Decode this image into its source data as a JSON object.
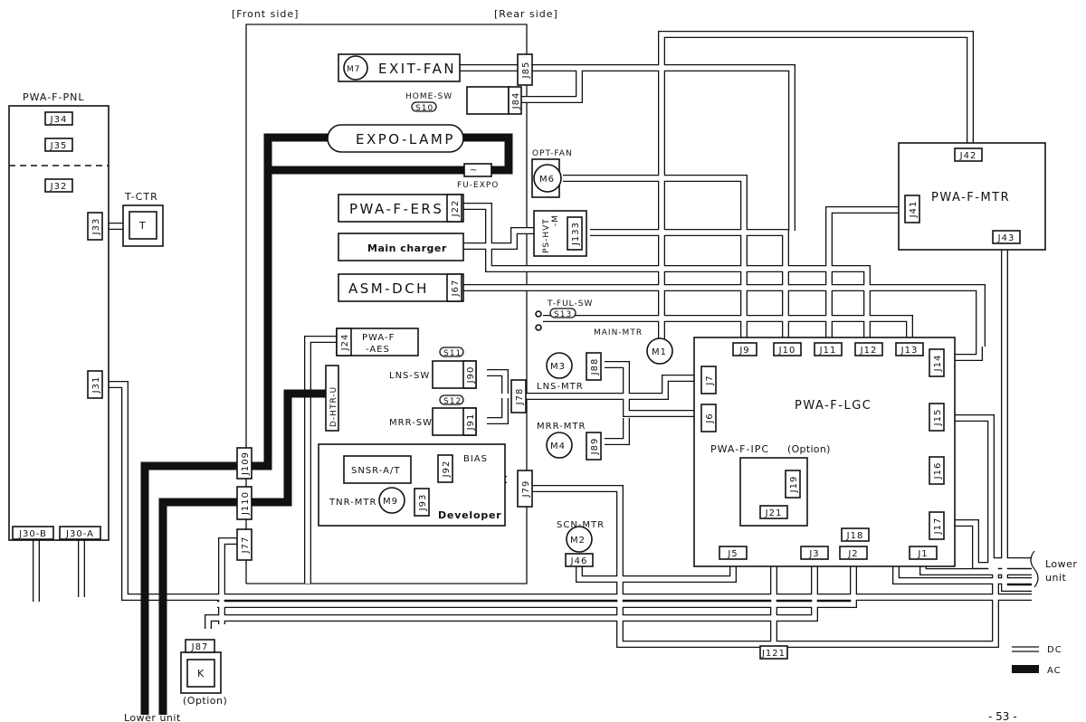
{
  "headers": {
    "front_side": "[Front side]",
    "rear_side": "[Rear side]"
  },
  "boards": {
    "pnl": "PWA-F-PNL",
    "lgc": "PWA-F-LGC",
    "mtr": "PWA-F-MTR",
    "ipc": "PWA-F-IPC",
    "ipc_option": "(Option)",
    "ers": "PWA-F-ERS",
    "aes_line1": "PWA-F",
    "aes_line2": "-AES",
    "ps_hvt": "PS-HVT",
    "ps_hvt_suffix": "-M"
  },
  "components": {
    "exit_fan": "EXIT-FAN",
    "home_sw": "HOME-SW",
    "expo_lamp": "EXPO-LAMP",
    "fu_expo": "FU-EXPO",
    "opt_fan": "OPT-FAN",
    "main_charger": "Main charger",
    "asm_dch": "ASM-DCH",
    "t_ful_sw": "T-FUL-SW",
    "main_mtr": "MAIN-MTR",
    "lns_sw": "LNS-SW",
    "mrr_sw": "MRR-SW",
    "lns_mtr": "LNS-MTR",
    "mrr_mtr": "MRR-MTR",
    "d_htr_u": "D-HTR-U",
    "snsr_at": "SNSR-A/T",
    "bias": "BIAS",
    "tnr_mtr": "TNR-MTR",
    "developer": "Developer",
    "scn_mtr": "SCN-MTR",
    "t_ctr": "T-CTR",
    "t_glyph": "T",
    "k_glyph": "K",
    "k_option": "(Option)"
  },
  "motors": {
    "m1": "M1",
    "m2": "M2",
    "m3": "M3",
    "m4": "M4",
    "m6": "M6",
    "m7": "M7",
    "m9": "M9"
  },
  "switches": {
    "s10": "S10",
    "s11": "S11",
    "s12": "S12",
    "s13": "S13"
  },
  "connectors": {
    "j1": "J1",
    "j2": "J2",
    "j3": "J3",
    "j5": "J5",
    "j6": "J6",
    "j7": "J7",
    "j9": "J9",
    "j10": "J10",
    "j11": "J11",
    "j12": "J12",
    "j13": "J13",
    "j14": "J14",
    "j15": "J15",
    "j16": "J16",
    "j17": "J17",
    "j18": "J18",
    "j19": "J19",
    "j21": "J21",
    "j22": "J22",
    "j24": "J24",
    "j30a": "J30-A",
    "j30b": "J30-B",
    "j31": "J31",
    "j32": "J32",
    "j33": "J33",
    "j34": "J34",
    "j35": "J35",
    "j41": "J41",
    "j42": "J42",
    "j43": "J43",
    "j46": "J46",
    "j67": "J67",
    "j77": "J77",
    "j78": "J78",
    "j79": "J79",
    "j84": "J84",
    "j85": "J85",
    "j87": "J87",
    "j88": "J88",
    "j89": "J89",
    "j90": "J90",
    "j91": "J91",
    "j92": "J92",
    "j93": "J93",
    "j109": "J109",
    "j110": "J110",
    "j121": "J121",
    "j133": "J133"
  },
  "exits": {
    "lower_unit_right_1": "Lower",
    "lower_unit_right_2": "unit",
    "lower_unit_bottom": "Lower unit"
  },
  "legend": {
    "dc": "DC",
    "ac": "AC"
  },
  "page_number": "- 53 -"
}
